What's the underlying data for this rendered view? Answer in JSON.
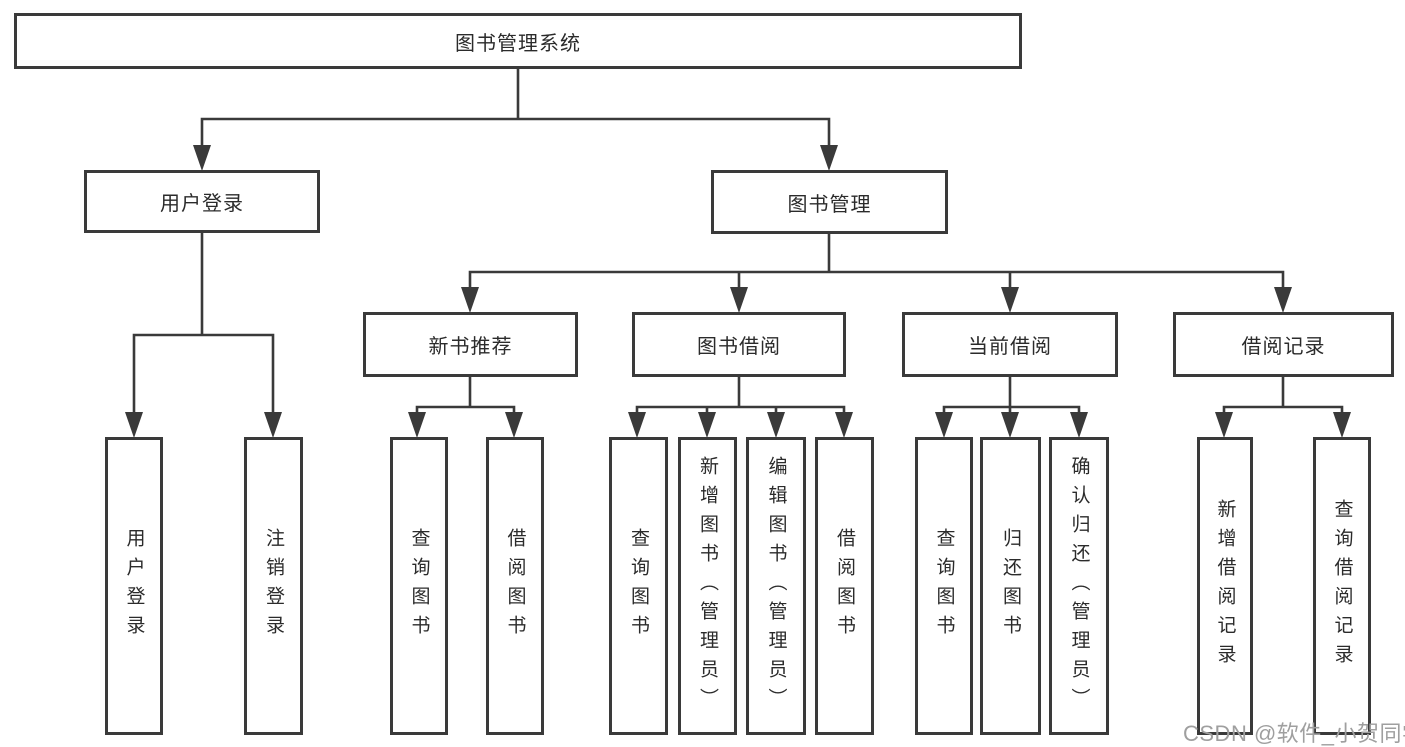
{
  "tree": {
    "label": "图书管理系统",
    "children": [
      {
        "label": "用户登录",
        "children": [
          {
            "label": "用户登录"
          },
          {
            "label": "注销登录"
          }
        ]
      },
      {
        "label": "图书管理",
        "children": [
          {
            "label": "新书推荐",
            "children": [
              {
                "label": "查询图书"
              },
              {
                "label": "借阅图书"
              }
            ]
          },
          {
            "label": "图书借阅",
            "children": [
              {
                "label": "查询图书"
              },
              {
                "label": "新增图书（管理员）"
              },
              {
                "label": "编辑图书（管理员）"
              },
              {
                "label": "借阅图书"
              }
            ]
          },
          {
            "label": "当前借阅",
            "children": [
              {
                "label": "查询图书"
              },
              {
                "label": "归还图书"
              },
              {
                "label": "确认归还（管理员）"
              }
            ]
          },
          {
            "label": "借阅记录",
            "children": [
              {
                "label": "新增借阅记录"
              },
              {
                "label": "查询借阅记录"
              }
            ]
          }
        ]
      }
    ]
  },
  "watermark": {
    "text": "CSDN @软件_小贺同学"
  },
  "colors": {
    "line": "#3a3a3a",
    "box_border": "#3a3a3a",
    "text": "#2b2b2b",
    "watermark": "#9f9f9f",
    "background": "#ffffff"
  }
}
